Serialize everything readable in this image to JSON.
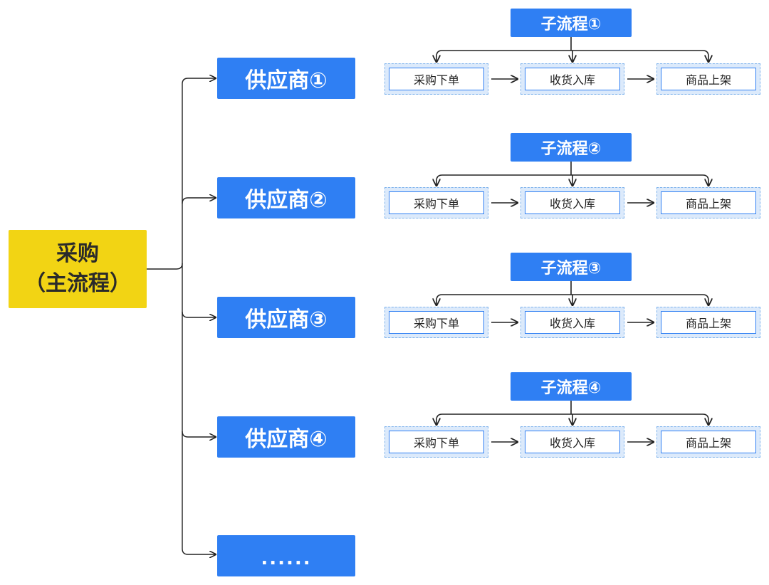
{
  "root": {
    "line1": "采购",
    "line2": "（主流程）"
  },
  "suppliers": [
    {
      "label": "供应商①"
    },
    {
      "label": "供应商②"
    },
    {
      "label": "供应商③"
    },
    {
      "label": "供应商④"
    },
    {
      "label": "......"
    }
  ],
  "subflows": [
    {
      "title": "子流程①",
      "steps": [
        "采购下单",
        "收货入库",
        "商品上架"
      ]
    },
    {
      "title": "子流程②",
      "steps": [
        "采购下单",
        "收货入库",
        "商品上架"
      ]
    },
    {
      "title": "子流程③",
      "steps": [
        "采购下单",
        "收货入库",
        "商品上架"
      ]
    },
    {
      "title": "子流程④",
      "steps": [
        "采购下单",
        "收货入库",
        "商品上架"
      ]
    }
  ],
  "colors": {
    "root": "#f2d414",
    "node": "#2f7ff3",
    "step_bg": "#dceafb",
    "line": "#222222"
  }
}
